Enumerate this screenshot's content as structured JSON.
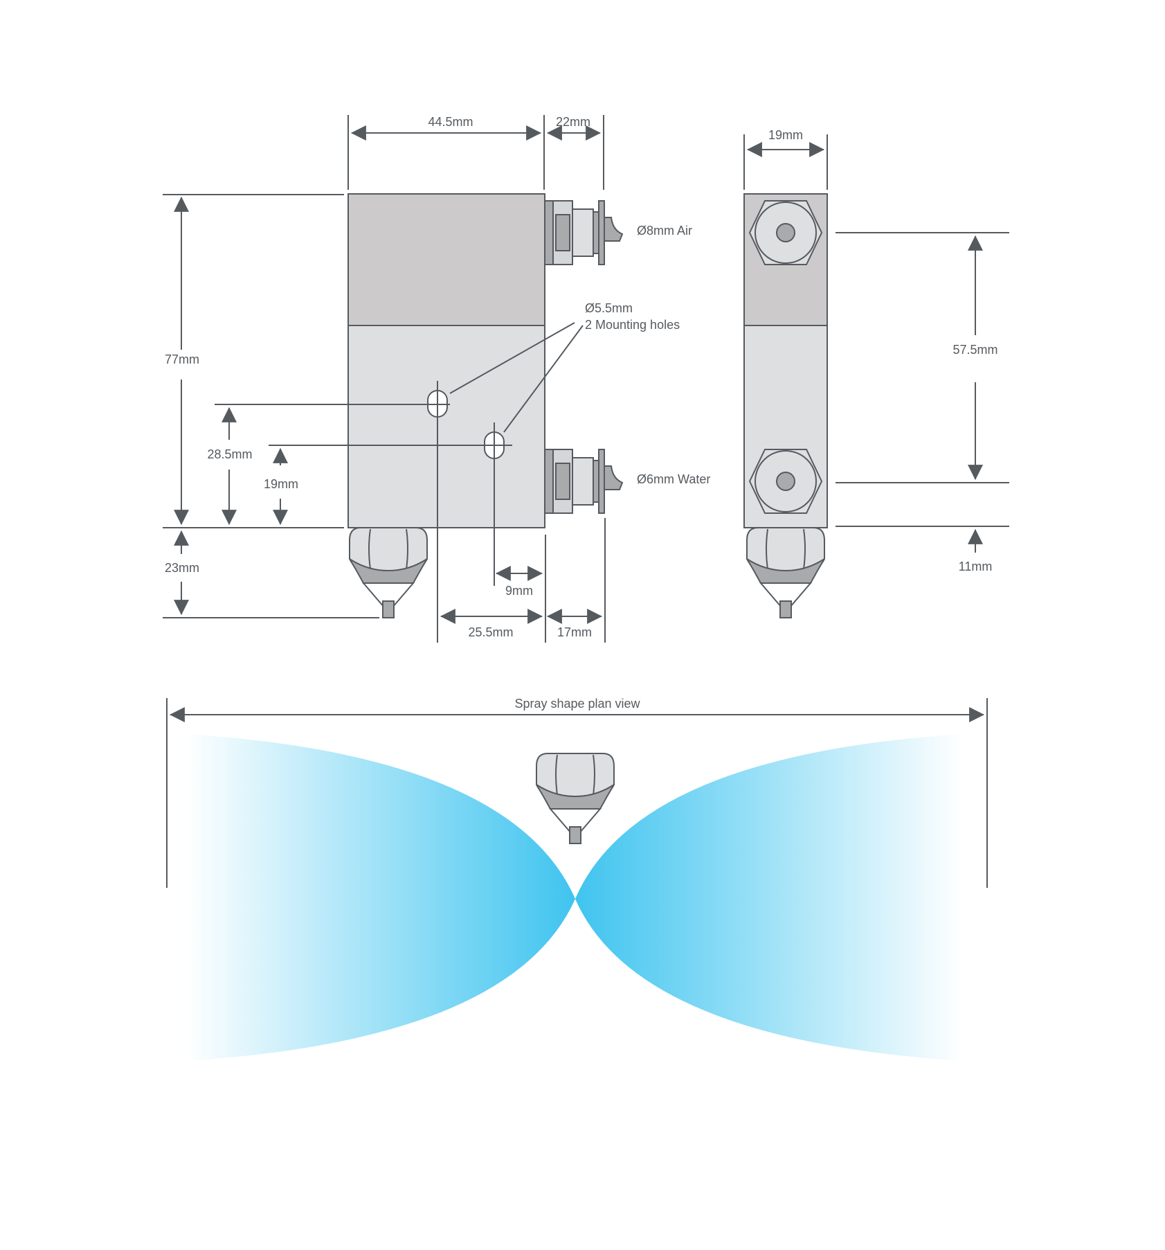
{
  "colors": {
    "line": "#555a5f",
    "body_dark": "#cccacb",
    "body_light": "#dedfe1",
    "fitting_dark": "#a9aaac",
    "fitting_light": "#d5d6d8",
    "spray": "#3fc4ef"
  },
  "front_view": {
    "dim_width": "44.5mm",
    "dim_fitting_depth": "22mm",
    "dim_height": "77mm",
    "dim_nozzle_height": "23mm",
    "dim_hole1_height": "28.5mm",
    "dim_hole2_height": "19mm",
    "dim_hole2_offset": "9mm",
    "dim_hole1_offset": "25.5mm",
    "dim_nozzle_offset": "17mm",
    "air_label": "Ø8mm Air",
    "water_label": "Ø6mm Water",
    "holes_label_line1": "Ø5.5mm",
    "holes_label_line2": "2 Mounting holes"
  },
  "side_view": {
    "dim_width": "19mm",
    "dim_ports_spacing": "57.5mm",
    "dim_bottom_offset": "11mm"
  },
  "plan_view": {
    "label": "Spray shape plan view"
  }
}
